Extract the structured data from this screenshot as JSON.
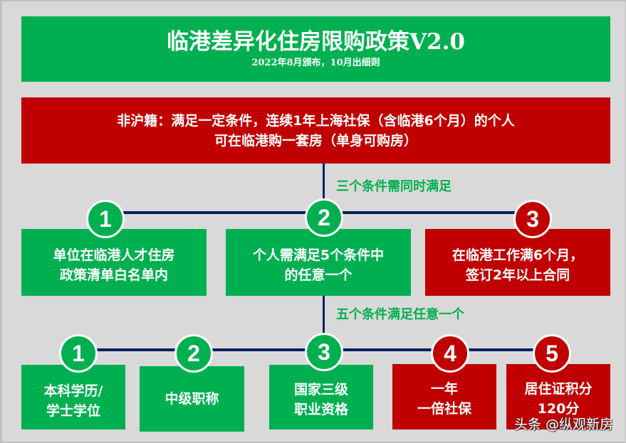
{
  "header": {
    "title": "临港差异化住房限购政策V2.0",
    "subtitle": "2022年8月颁布，10月出细则"
  },
  "banner": {
    "line1": "非沪籍：满足一定条件，连续1年上海社保（含临港6个月）的个人",
    "line2": "可在临港购一套房（单身可购房）"
  },
  "level1": {
    "note": "三个条件需同时满足",
    "items": [
      {
        "number": "1",
        "line1": "单位在临港人才住房",
        "line2": "政策清单白名单内",
        "color": "#00b050"
      },
      {
        "number": "2",
        "line1": "个人需满足5个条件中",
        "line2": "的任意一个",
        "color": "#00b050"
      },
      {
        "number": "3",
        "line1": "在临港工作满6个月，",
        "line2": "签订2年以上合同",
        "color": "#c00000"
      }
    ]
  },
  "level2": {
    "note": "五个条件满足任意一个",
    "items": [
      {
        "number": "1",
        "line1": "本科学历/",
        "line2": "学士学位",
        "color": "#00b050"
      },
      {
        "number": "2",
        "line1": "中级职称",
        "line2": "",
        "color": "#00b050"
      },
      {
        "number": "3",
        "line1": "国家三级",
        "line2": "职业资格",
        "color": "#00b050"
      },
      {
        "number": "4",
        "line1": "一年",
        "line2": "一倍社保",
        "color": "#c00000"
      },
      {
        "number": "5",
        "line1": "居住证积分",
        "line2": "120分",
        "color": "#c00000"
      }
    ]
  },
  "watermark": "头条 @纵观新房",
  "colors": {
    "green": "#00b050",
    "red": "#c00000",
    "connector": "#002060",
    "background": "#d9d9d9"
  }
}
